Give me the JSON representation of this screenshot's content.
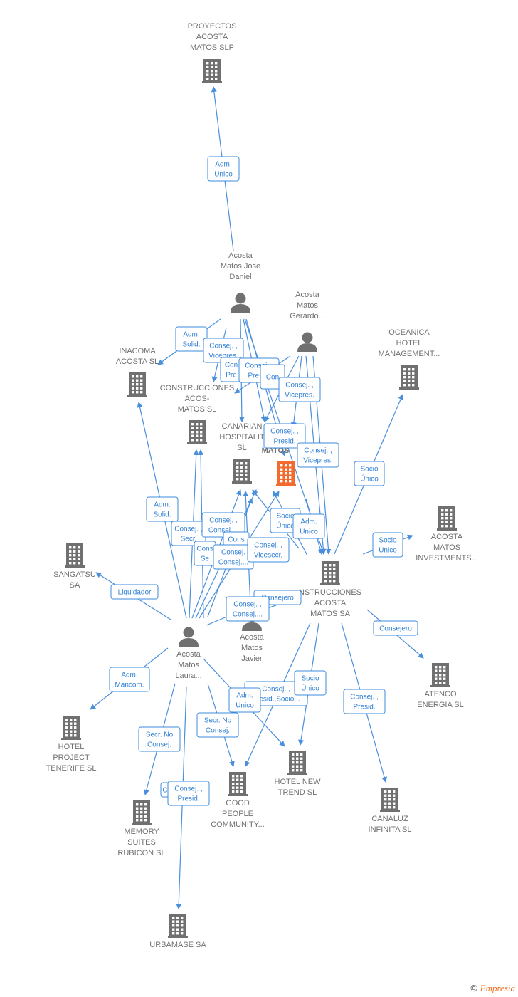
{
  "colors": {
    "edge": "#4a8fdc",
    "label_text": "#2f7fd6",
    "node_gray": "#707070",
    "center": "#f26a2e"
  },
  "center_node": {
    "label": "MATOS",
    "icon": "building-icon"
  },
  "companies": [
    {
      "id": "proyectos",
      "lines": [
        "PROYECTOS",
        "ACOSTA",
        "MATOS SLP"
      ]
    },
    {
      "id": "inacoma",
      "lines": [
        "INACOMA",
        "ACOSTA  SL"
      ]
    },
    {
      "id": "construcciones_sl",
      "lines": [
        "CONSTRUCCIONES",
        "ACOS-",
        "MATOS SL"
      ]
    },
    {
      "id": "canarian",
      "lines": [
        "CANARIAN",
        "HOSPITALIT",
        "SL"
      ]
    },
    {
      "id": "oceanica",
      "lines": [
        "OCEANICA",
        "HOTEL",
        "MANAGEMENT..."
      ]
    },
    {
      "id": "investments",
      "lines": [
        "ACOSTA",
        "MATOS",
        "INVESTMENTS..."
      ]
    },
    {
      "id": "sangatsu",
      "lines": [
        "SANGATSU",
        "SA"
      ]
    },
    {
      "id": "construcciones_sa",
      "lines": [
        "NSTRUCCIONES",
        "ACOSTA",
        "MATOS SA"
      ]
    },
    {
      "id": "atenco",
      "lines": [
        "ATENCO",
        "ENERGIA  SL"
      ]
    },
    {
      "id": "hotel_project",
      "lines": [
        "HOTEL",
        "PROJECT",
        "TENERIFE  SL"
      ]
    },
    {
      "id": "memory",
      "lines": [
        "MEMORY",
        "SUITES",
        "RUBICON  SL"
      ]
    },
    {
      "id": "good_people",
      "lines": [
        "GOOD",
        "PEOPLE",
        "COMMUNITY..."
      ]
    },
    {
      "id": "hotel_new",
      "lines": [
        "HOTEL NEW",
        "TREND  SL"
      ]
    },
    {
      "id": "canaluz",
      "lines": [
        "CANALUZ",
        "INFINITA  SL"
      ]
    },
    {
      "id": "urbamase",
      "lines": [
        "URBAMASE SA"
      ]
    }
  ],
  "persons": [
    {
      "id": "jose_daniel",
      "lines": [
        "Acosta",
        "Matos Jose",
        "Daniel"
      ]
    },
    {
      "id": "gerardo",
      "lines": [
        "Acosta",
        "Matos",
        "Gerardo..."
      ]
    },
    {
      "id": "javier",
      "lines": [
        "Acosta",
        "Matos",
        "Javier"
      ]
    },
    {
      "id": "laura",
      "lines": [
        "Acosta",
        "Matos",
        "Laura..."
      ]
    }
  ],
  "edge_labels": [
    {
      "lines": [
        "Adm.",
        "Unico"
      ]
    },
    {
      "lines": [
        "Adm.",
        "Solid."
      ]
    },
    {
      "lines": [
        "Consej. ,",
        "Vicepres."
      ]
    },
    {
      "lines": [
        "Con",
        "Pre"
      ]
    },
    {
      "lines": [
        "Consej. ,",
        "Presid."
      ]
    },
    {
      "lines": [
        "Con"
      ]
    },
    {
      "lines": [
        "Consej. ,",
        "Vicepres."
      ]
    },
    {
      "lines": [
        "Consej. ,",
        "Presid."
      ]
    },
    {
      "lines": [
        "Consej. ,",
        "Vicepres."
      ]
    },
    {
      "lines": [
        "Adm.",
        "Solid."
      ]
    },
    {
      "lines": [
        "Consej. ,",
        "Secr."
      ]
    },
    {
      "lines": [
        "Consej. ,",
        "Consej...."
      ]
    },
    {
      "lines": [
        "Cons",
        "Se"
      ]
    },
    {
      "lines": [
        "Cons"
      ]
    },
    {
      "lines": [
        "Consej.",
        "Consej...."
      ]
    },
    {
      "lines": [
        "Consej. ,",
        "Vicesecr."
      ]
    },
    {
      "lines": [
        "Socio",
        "Único"
      ]
    },
    {
      "lines": [
        "Adm.",
        "Unico"
      ]
    },
    {
      "lines": [
        "Socio",
        "Único"
      ]
    },
    {
      "lines": [
        "Socio",
        "Único"
      ]
    },
    {
      "lines": [
        "Liquidador"
      ]
    },
    {
      "lines": [
        "Consejero"
      ]
    },
    {
      "lines": [
        "Consej. ,",
        "Consej...."
      ]
    },
    {
      "lines": [
        "Consejero"
      ]
    },
    {
      "lines": [
        "Adm.",
        "Mancom."
      ]
    },
    {
      "lines": [
        "Consej. ,",
        "Presid.,Socio..."
      ]
    },
    {
      "lines": [
        "Socio",
        "Único"
      ]
    },
    {
      "lines": [
        "Adm.",
        "Unico"
      ]
    },
    {
      "lines": [
        "Secr.  No",
        "Consej."
      ]
    },
    {
      "lines": [
        "Secr.  No",
        "Consej."
      ]
    },
    {
      "lines": [
        "Consej. ,",
        "Presid."
      ]
    },
    {
      "lines": [
        "C"
      ]
    },
    {
      "lines": [
        "Consej. ,",
        "Presid."
      ]
    }
  ],
  "footer": {
    "copyright": "©",
    "brand": "Empresia"
  }
}
